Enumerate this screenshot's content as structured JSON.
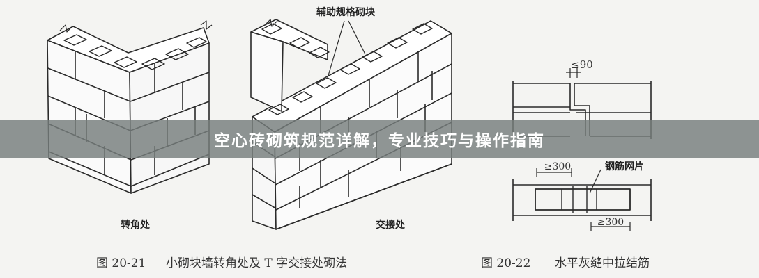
{
  "banner": {
    "title": "空心砖砌筑规范详解，专业技巧与操作指南"
  },
  "fig1": {
    "corner_label": "转角处",
    "tjoint_label": "交接处",
    "aux_label": "辅助规格砌块",
    "caption_no": "图 20-21",
    "caption_text": "小砌块墙转角处及 T 字交接处砌法"
  },
  "fig2": {
    "dim_top": "≤90",
    "dim_left": "≥300",
    "dim_bottom": "≥300",
    "mesh_label": "钢筋网片",
    "caption_no": "图 20-22",
    "caption_text": "水平灰缝中拉结筋"
  }
}
